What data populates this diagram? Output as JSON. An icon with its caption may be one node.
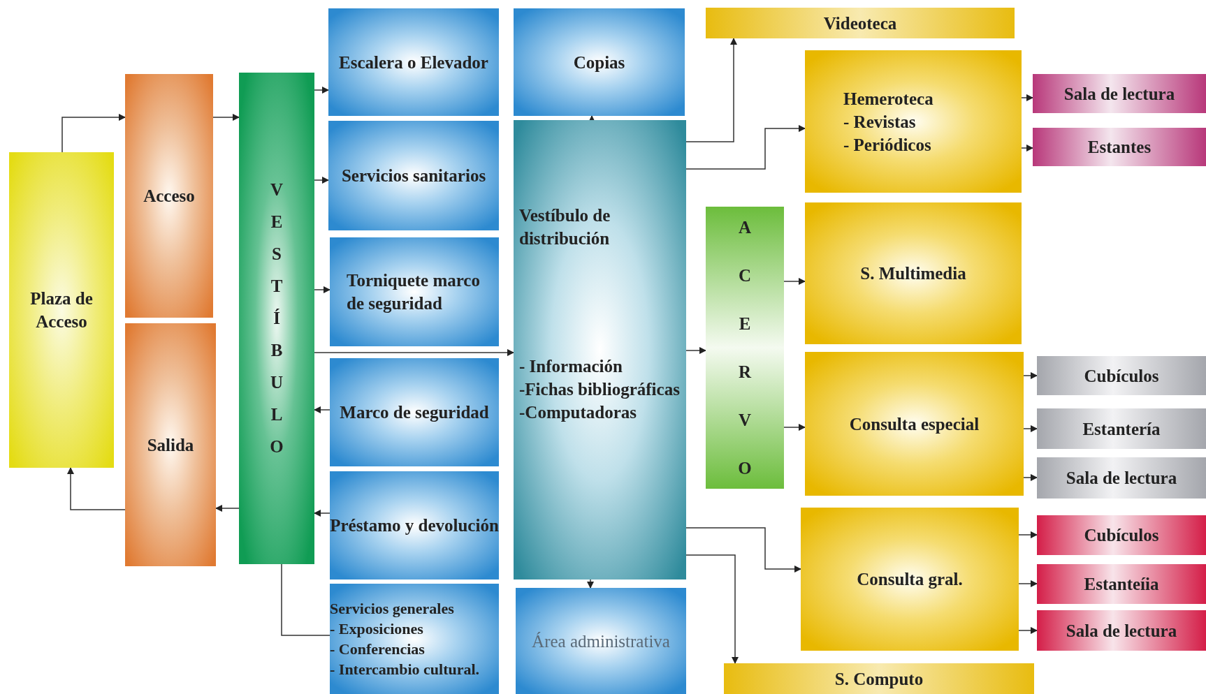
{
  "diagram": {
    "nodes": [
      {
        "text": [
          "Plaza de Acceso"
        ]
      },
      {
        "text": [
          "Acceso"
        ]
      },
      {
        "text": [
          "Salida"
        ]
      },
      {
        "text": [
          "VESTÍBULO"
        ]
      },
      {
        "text": [
          "Escalera o Elevador"
        ]
      },
      {
        "text": [
          "Servicios sanitarios"
        ]
      },
      {
        "text": [
          "Torniquete marco de seguridad"
        ]
      },
      {
        "text": [
          "Marco de seguridad"
        ]
      },
      {
        "text": [
          "Préstamo y devolución"
        ]
      },
      {
        "text": [
          "Servicios generales",
          "- Exposiciones",
          "- Conferencias",
          "- Intercambio cultural."
        ]
      },
      {
        "text": [
          "Copias"
        ]
      },
      {
        "text": [
          "Vestíbulo de distribución",
          "- Información",
          "-Fichas bibliográficas",
          "-Computadoras"
        ]
      },
      {
        "text": [
          "Área administrativa"
        ]
      },
      {
        "text": [
          "Videoteca"
        ]
      },
      {
        "text": [
          "Hemeroteca",
          "- Revistas",
          "- Periódicos"
        ]
      },
      {
        "text": [
          "Sala de lectura"
        ]
      },
      {
        "text": [
          "Estantes"
        ]
      },
      {
        "text": [
          "ACERVO"
        ]
      },
      {
        "text": [
          "S. Multimedia"
        ]
      },
      {
        "text": [
          "Consulta especial"
        ]
      },
      {
        "text": [
          "Cubículos"
        ]
      },
      {
        "text": [
          "Estantería"
        ]
      },
      {
        "text": [
          "Sala de lectura"
        ]
      },
      {
        "text": [
          "Consulta gral."
        ]
      },
      {
        "text": [
          "Cubículos"
        ]
      },
      {
        "text": [
          "Estanteíia"
        ]
      },
      {
        "text": [
          "Sala de lectura"
        ]
      },
      {
        "text": [
          "S. Computo"
        ]
      }
    ],
    "edges": [
      {
        "from": 0,
        "to": 1,
        "arrow": "to"
      },
      {
        "from": 1,
        "to": 3,
        "arrow": "to"
      },
      {
        "from": 3,
        "to": 2,
        "arrow": "to"
      },
      {
        "from": 2,
        "to": 0,
        "arrow": "to"
      },
      {
        "from": 3,
        "to": 4,
        "arrow": "to"
      },
      {
        "from": 3,
        "to": 5,
        "arrow": "to"
      },
      {
        "from": 3,
        "to": 6,
        "arrow": "to"
      },
      {
        "from": 7,
        "to": 3,
        "arrow": "to"
      },
      {
        "from": 8,
        "to": 3,
        "arrow": "to"
      },
      {
        "from": 3,
        "to": 11,
        "arrow": "to"
      },
      {
        "from": 3,
        "to": 9,
        "arrow": "none"
      },
      {
        "from": 11,
        "to": 10,
        "arrow": "to"
      },
      {
        "from": 11,
        "to": 12,
        "arrow": "to"
      },
      {
        "from": 11,
        "to": 13,
        "arrow": "to"
      },
      {
        "from": 11,
        "to": 14,
        "arrow": "to"
      },
      {
        "from": 11,
        "to": 17,
        "arrow": "to"
      },
      {
        "from": 11,
        "to": 23,
        "arrow": "to"
      },
      {
        "from": 11,
        "to": 27,
        "arrow": "to"
      },
      {
        "from": 17,
        "to": 18,
        "arrow": "to"
      },
      {
        "from": 17,
        "to": 19,
        "arrow": "to"
      },
      {
        "from": 14,
        "to": 15,
        "arrow": "to"
      },
      {
        "from": 14,
        "to": 16,
        "arrow": "to"
      },
      {
        "from": 19,
        "to": 20,
        "arrow": "to"
      },
      {
        "from": 19,
        "to": 21,
        "arrow": "to"
      },
      {
        "from": 19,
        "to": 22,
        "arrow": "to"
      },
      {
        "from": 23,
        "to": 24,
        "arrow": "to"
      },
      {
        "from": 23,
        "to": 25,
        "arrow": "to"
      },
      {
        "from": 23,
        "to": 26,
        "arrow": "to"
      }
    ]
  }
}
